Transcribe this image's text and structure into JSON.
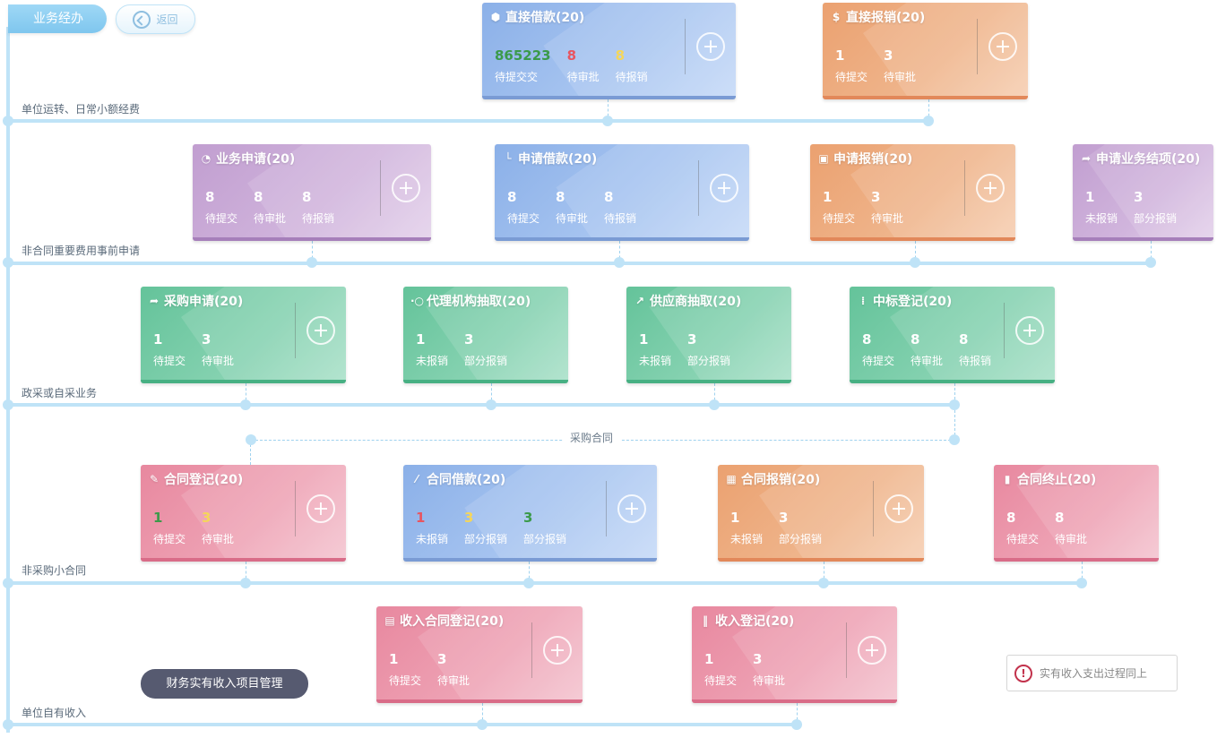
{
  "header": {
    "title": "业务经办",
    "back_label": "返回"
  },
  "sections": [
    {
      "label": "单位运转、日常小额经费"
    },
    {
      "label": "非合同重要费用事前申请"
    },
    {
      "label": "政采或自采业务"
    },
    {
      "label": "非采购小合同"
    },
    {
      "label": "单位自有收入"
    }
  ],
  "connector_label": "采购合同",
  "cards": [
    {
      "title": "直接借款(20)",
      "icon": "cube-icon",
      "icon_glyph": "⬢",
      "color": "blue",
      "stats": [
        {
          "value": "865223",
          "label": "待提交交",
          "color": "green"
        },
        {
          "value": "8",
          "label": "待审批",
          "color": "red"
        },
        {
          "value": "8",
          "label": "待报销",
          "color": "yellow"
        }
      ]
    },
    {
      "title": "直接报销(20)",
      "icon": "dollar-icon",
      "icon_glyph": "$",
      "color": "orange",
      "stats": [
        {
          "value": "1",
          "label": "待提交",
          "color": "white"
        },
        {
          "value": "3",
          "label": "待审批",
          "color": "white"
        }
      ]
    },
    {
      "title": "业务申请(20)",
      "icon": "pie-icon",
      "icon_glyph": "◔",
      "color": "purple",
      "stats": [
        {
          "value": "8",
          "label": "待提交",
          "color": "white"
        },
        {
          "value": "8",
          "label": "待审批",
          "color": "white"
        },
        {
          "value": "8",
          "label": "待报销",
          "color": "white"
        }
      ]
    },
    {
      "title": "申请借款(20)",
      "icon": "corner-icon",
      "icon_glyph": "└",
      "color": "blue",
      "stats": [
        {
          "value": "8",
          "label": "待提交",
          "color": "white"
        },
        {
          "value": "8",
          "label": "待审批",
          "color": "white"
        },
        {
          "value": "8",
          "label": "待报销",
          "color": "white"
        }
      ]
    },
    {
      "title": "申请报销(20)",
      "icon": "square-icon",
      "icon_glyph": "▣",
      "color": "orange",
      "stats": [
        {
          "value": "1",
          "label": "待提交",
          "color": "white"
        },
        {
          "value": "3",
          "label": "待审批",
          "color": "white"
        }
      ]
    },
    {
      "title": "申请业务结项(20)",
      "icon": "share-icon",
      "icon_glyph": "➦",
      "color": "purple",
      "stats": [
        {
          "value": "1",
          "label": "未报销",
          "color": "white"
        },
        {
          "value": "3",
          "label": "部分报销",
          "color": "white"
        }
      ]
    },
    {
      "title": "采购申请(20)",
      "icon": "share-icon",
      "icon_glyph": "➦",
      "color": "green",
      "stats": [
        {
          "value": "1",
          "label": "待提交",
          "color": "white"
        },
        {
          "value": "3",
          "label": "待审批",
          "color": "white"
        }
      ]
    },
    {
      "title": "代理机构抽取(20)",
      "icon": "dot-icon",
      "icon_glyph": "·○",
      "color": "green",
      "stats": [
        {
          "value": "1",
          "label": "未报销",
          "color": "white"
        },
        {
          "value": "3",
          "label": "部分报销",
          "color": "white"
        }
      ]
    },
    {
      "title": "供应商抽取(20)",
      "icon": "arrow-icon",
      "icon_glyph": "↗",
      "color": "green",
      "stats": [
        {
          "value": "1",
          "label": "未报销",
          "color": "white"
        },
        {
          "value": "3",
          "label": "部分报销",
          "color": "white"
        }
      ]
    },
    {
      "title": "中标登记(20)",
      "icon": "grid-icon",
      "icon_glyph": "⁞",
      "color": "green",
      "stats": [
        {
          "value": "8",
          "label": "待提交",
          "color": "white"
        },
        {
          "value": "8",
          "label": "待审批",
          "color": "white"
        },
        {
          "value": "8",
          "label": "待报销",
          "color": "white"
        }
      ]
    },
    {
      "title": "合同登记(20)",
      "icon": "pencil-icon",
      "icon_glyph": "✎",
      "color": "pink",
      "stats": [
        {
          "value": "1",
          "label": "待提交",
          "color": "green"
        },
        {
          "value": "3",
          "label": "待审批",
          "color": "yellow"
        }
      ]
    },
    {
      "title": "合同借款(20)",
      "icon": "wand-icon",
      "icon_glyph": "⁄",
      "color": "blue",
      "stats": [
        {
          "value": "1",
          "label": "未报销",
          "color": "red"
        },
        {
          "value": "3",
          "label": "部分报销",
          "color": "yellow"
        },
        {
          "value": "3",
          "label": "部分报销",
          "color": "green"
        }
      ]
    },
    {
      "title": "合同报销(20)",
      "icon": "calculator-icon",
      "icon_glyph": "▦",
      "color": "orange",
      "stats": [
        {
          "value": "1",
          "label": "未报销",
          "color": "white"
        },
        {
          "value": "3",
          "label": "部分报销",
          "color": "white"
        }
      ]
    },
    {
      "title": "合同终止(20)",
      "icon": "book-icon",
      "icon_glyph": "▮",
      "color": "pink",
      "stats": [
        {
          "value": "8",
          "label": "待提交",
          "color": "white"
        },
        {
          "value": "8",
          "label": "待审批",
          "color": "white"
        }
      ]
    },
    {
      "title": "收入合同登记(20)",
      "icon": "clipboard-icon",
      "icon_glyph": "▤",
      "color": "pink",
      "stats": [
        {
          "value": "1",
          "label": "待提交",
          "color": "white"
        },
        {
          "value": "3",
          "label": "待审批",
          "color": "white"
        }
      ]
    },
    {
      "title": "收入登记(20)",
      "icon": "bars-icon",
      "icon_glyph": "‖",
      "color": "pink",
      "stats": [
        {
          "value": "1",
          "label": "待提交",
          "color": "white"
        },
        {
          "value": "3",
          "label": "待审批",
          "color": "white"
        }
      ]
    }
  ],
  "finance_button": "财务实有收入项目管理",
  "note": {
    "icon": "alert-icon",
    "icon_glyph": "!",
    "text": "实有收入支出过程同上"
  }
}
